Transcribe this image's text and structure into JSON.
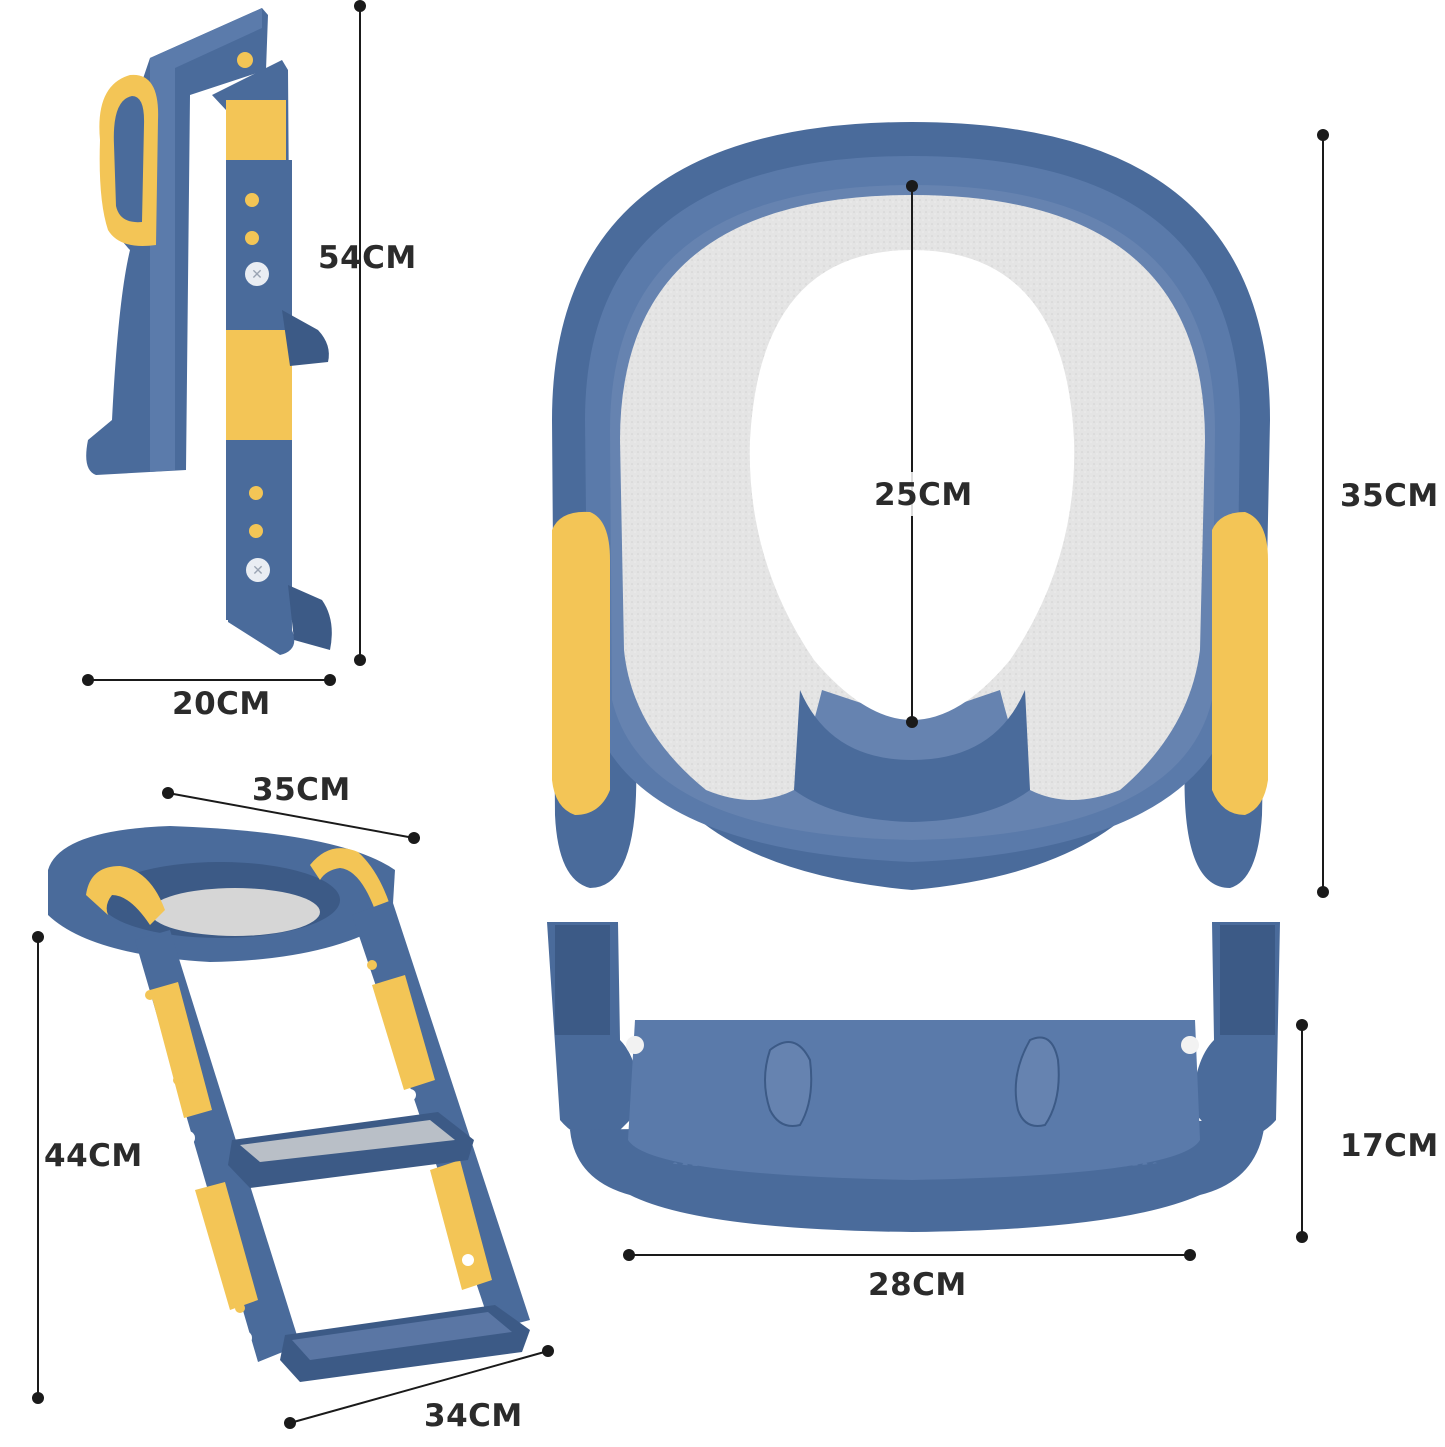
{
  "colors": {
    "blue": "#4a6b9b",
    "blue_dark": "#3c5a86",
    "blue_light": "#6683b0",
    "yellow": "#f3c556",
    "yellow_dark": "#dba83a",
    "grey_pad": "#e1e1e1",
    "dim_line": "#1a1a1a"
  },
  "dimensions": {
    "side_height": "54CM",
    "side_width": "20CM",
    "seat_width": "35CM",
    "ladder_height": "44CM",
    "ladder_base": "34CM",
    "seat_inner": "25CM",
    "seat_depth": "35CM",
    "step_height": "17CM",
    "step_width": "28CM"
  }
}
